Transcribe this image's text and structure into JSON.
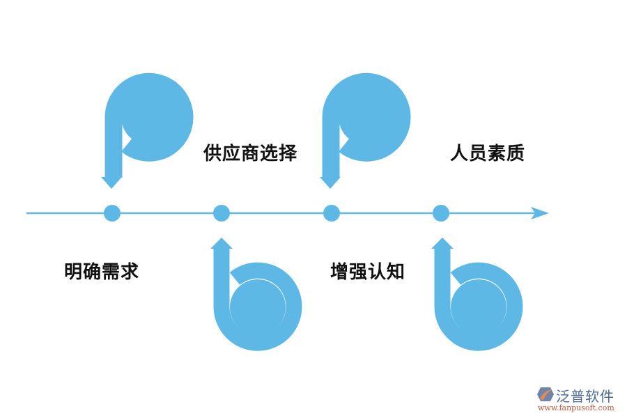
{
  "diagram": {
    "type": "timeline-flow",
    "accent_color": "#5db8e5",
    "steps": [
      {
        "index": 1,
        "label": "明确需求",
        "position": "below-label",
        "connector": "p-arrow-down"
      },
      {
        "index": 2,
        "label": "供应商选择",
        "position": "above-label",
        "connector": "b-arrow-up"
      },
      {
        "index": 3,
        "label": "增强认知",
        "position": "below-label",
        "connector": "p-arrow-down"
      },
      {
        "index": 4,
        "label": "人员素质",
        "position": "above-label",
        "connector": "b-arrow-up"
      }
    ]
  },
  "watermark": {
    "brand": "泛普软件",
    "url": "www.fanpusoft.com"
  }
}
